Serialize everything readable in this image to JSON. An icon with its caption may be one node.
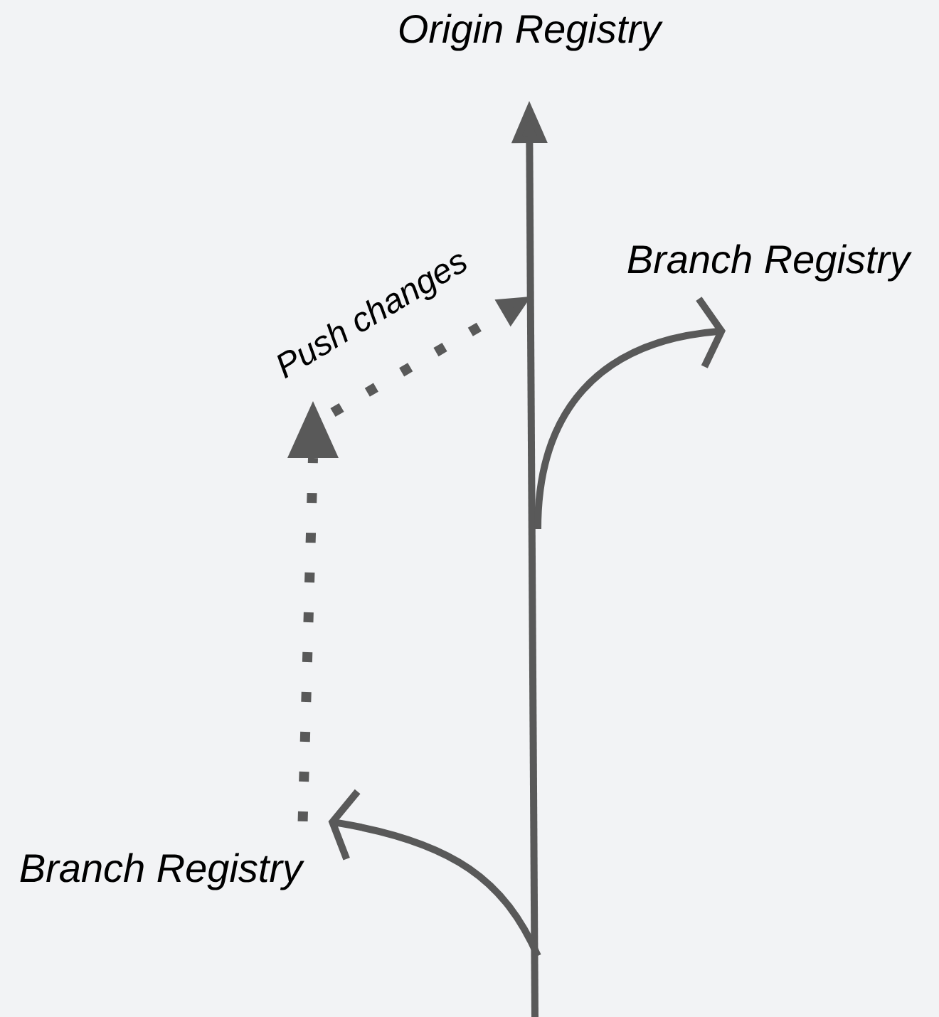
{
  "diagram": {
    "nodes": [
      {
        "text": [
          "Origin Registry"
        ]
      },
      {
        "text": [
          "Branch Registry"
        ]
      },
      {
        "text": [
          "Branch Registry"
        ]
      }
    ],
    "edges": [
      {
        "from": null,
        "to": 0,
        "arrow": "to"
      },
      {
        "from": null,
        "to": 1,
        "arrow": "to"
      },
      {
        "from": null,
        "to": 2,
        "arrow": "to"
      },
      {
        "from": 2,
        "to": null,
        "arrow": "to",
        "style": "dashed",
        "label": "Push changes"
      }
    ]
  }
}
